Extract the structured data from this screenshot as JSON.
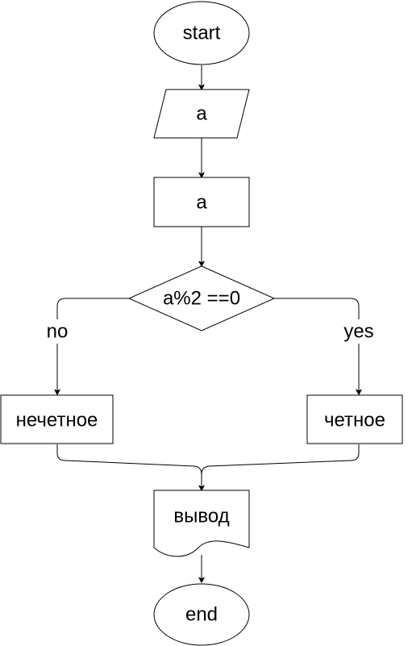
{
  "flowchart": {
    "nodes": {
      "start": {
        "shape": "terminator",
        "label": "start"
      },
      "input": {
        "shape": "parallelogram",
        "label": "a"
      },
      "process": {
        "shape": "rectangle",
        "label": "a"
      },
      "decision": {
        "shape": "diamond",
        "label": "a%2 ==0"
      },
      "odd": {
        "shape": "rectangle",
        "label": "нечетное"
      },
      "even": {
        "shape": "rectangle",
        "label": "четное"
      },
      "output": {
        "shape": "document",
        "label": "вывод"
      },
      "end": {
        "shape": "terminator",
        "label": "end"
      }
    },
    "edges": {
      "no": {
        "from": "decision",
        "to": "odd",
        "label": "no"
      },
      "yes": {
        "from": "decision",
        "to": "even",
        "label": "yes"
      }
    }
  }
}
